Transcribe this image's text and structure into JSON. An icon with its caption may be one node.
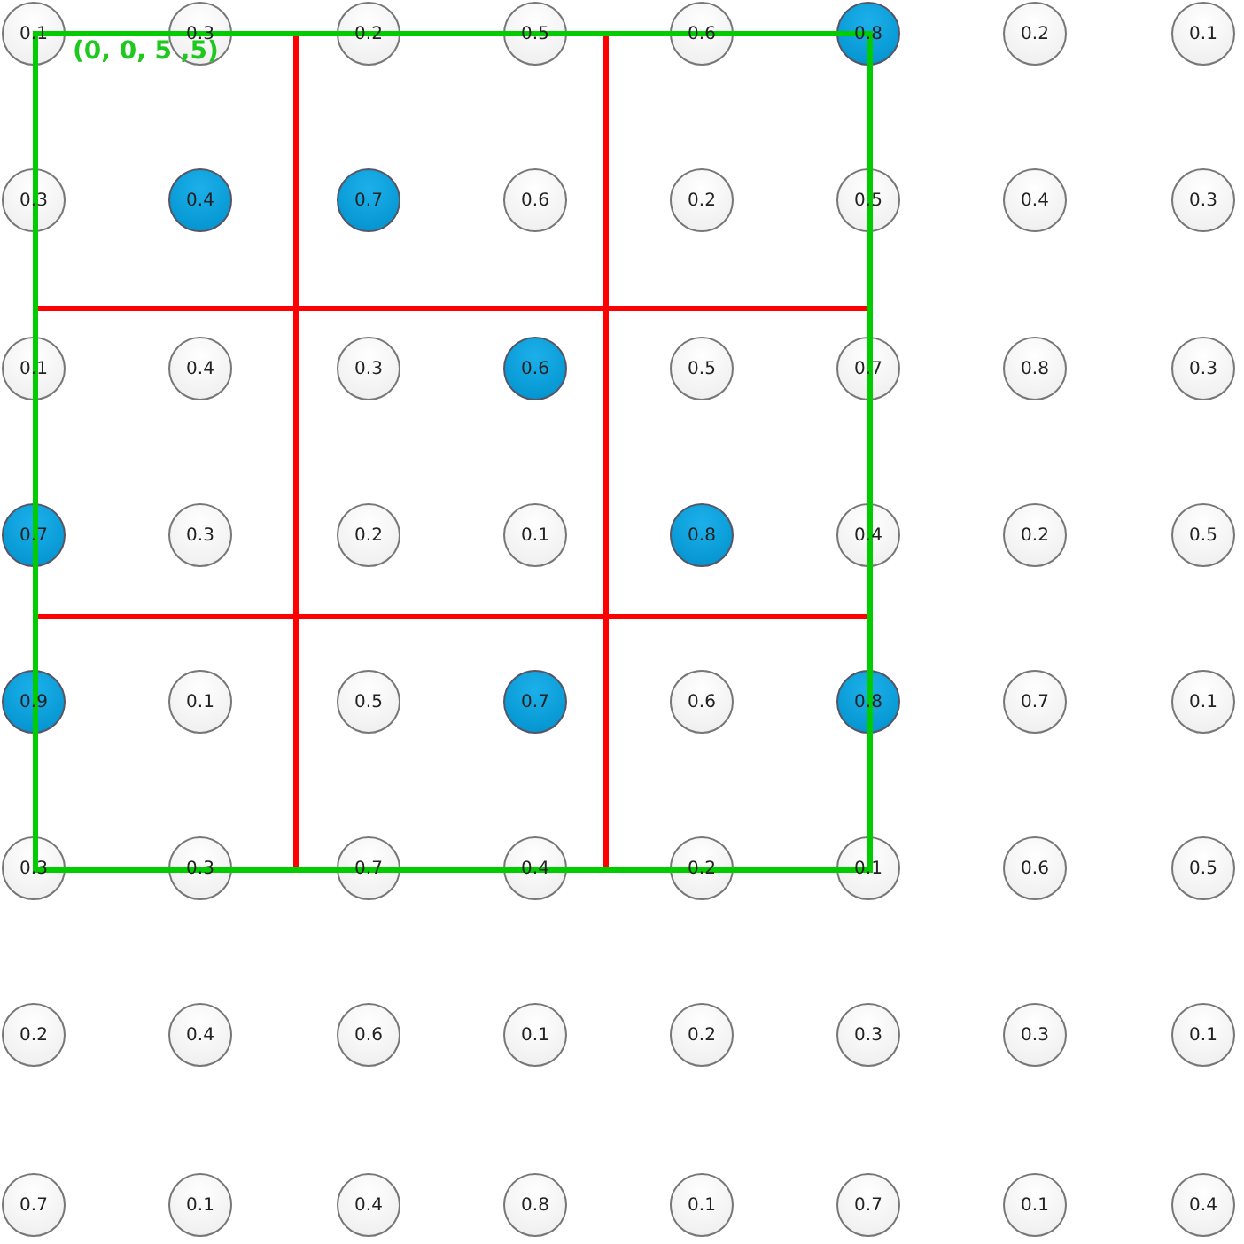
{
  "diagram": {
    "nodes": [
      {
        "text": [
          "0.1"
        ]
      },
      {
        "text": [
          "0.3"
        ]
      },
      {
        "text": [
          "0.2"
        ]
      },
      {
        "text": [
          "0.5"
        ]
      },
      {
        "text": [
          "0.6"
        ]
      },
      {
        "text": [
          "0.8"
        ]
      },
      {
        "text": [
          "0.2"
        ]
      },
      {
        "text": [
          "0.1"
        ]
      },
      {
        "text": [
          "0.3"
        ]
      },
      {
        "text": [
          "0.4"
        ]
      },
      {
        "text": [
          "0.7"
        ]
      },
      {
        "text": [
          "0.6"
        ]
      },
      {
        "text": [
          "0.2"
        ]
      },
      {
        "text": [
          "0.5"
        ]
      },
      {
        "text": [
          "0.4"
        ]
      },
      {
        "text": [
          "0.3"
        ]
      },
      {
        "text": [
          "0.1"
        ]
      },
      {
        "text": [
          "0.4"
        ]
      },
      {
        "text": [
          "0.3"
        ]
      },
      {
        "text": [
          "0.6"
        ]
      },
      {
        "text": [
          "0.5"
        ]
      },
      {
        "text": [
          "0.7"
        ]
      },
      {
        "text": [
          "0.8"
        ]
      },
      {
        "text": [
          "0.3"
        ]
      },
      {
        "text": [
          "0.7"
        ]
      },
      {
        "text": [
          "0.3"
        ]
      },
      {
        "text": [
          "0.2"
        ]
      },
      {
        "text": [
          "0.1"
        ]
      },
      {
        "text": [
          "0.8"
        ]
      },
      {
        "text": [
          "0.4"
        ]
      },
      {
        "text": [
          "0.2"
        ]
      },
      {
        "text": [
          "0.5"
        ]
      },
      {
        "text": [
          "0.9"
        ]
      },
      {
        "text": [
          "0.1"
        ]
      },
      {
        "text": [
          "0.5"
        ]
      },
      {
        "text": [
          "0.7"
        ]
      },
      {
        "text": [
          "0.6"
        ]
      },
      {
        "text": [
          "0.8"
        ]
      },
      {
        "text": [
          "0.7"
        ]
      },
      {
        "text": [
          "0.1"
        ]
      },
      {
        "text": [
          "0.3"
        ]
      },
      {
        "text": [
          "0.3"
        ]
      },
      {
        "text": [
          "0.7"
        ]
      },
      {
        "text": [
          "0.4"
        ]
      },
      {
        "text": [
          "0.2"
        ]
      },
      {
        "text": [
          "0.1"
        ]
      },
      {
        "text": [
          "0.6"
        ]
      },
      {
        "text": [
          "0.5"
        ]
      },
      {
        "text": [
          "0.2"
        ]
      },
      {
        "text": [
          "0.4"
        ]
      },
      {
        "text": [
          "0.6"
        ]
      },
      {
        "text": [
          "0.1"
        ]
      },
      {
        "text": [
          "0.2"
        ]
      },
      {
        "text": [
          "0.3"
        ]
      },
      {
        "text": [
          "0.3"
        ]
      },
      {
        "text": [
          "0.1"
        ]
      },
      {
        "text": [
          "0.7"
        ]
      },
      {
        "text": [
          "0.1"
        ]
      },
      {
        "text": [
          "0.4"
        ]
      },
      {
        "text": [
          "0.8"
        ]
      },
      {
        "text": [
          "0.1"
        ]
      },
      {
        "text": [
          "0.7"
        ]
      },
      {
        "text": [
          "0.1"
        ]
      },
      {
        "text": [
          "0.4"
        ]
      }
    ],
    "labels": [
      "(0, 0, 5 ,5)"
    ]
  }
}
